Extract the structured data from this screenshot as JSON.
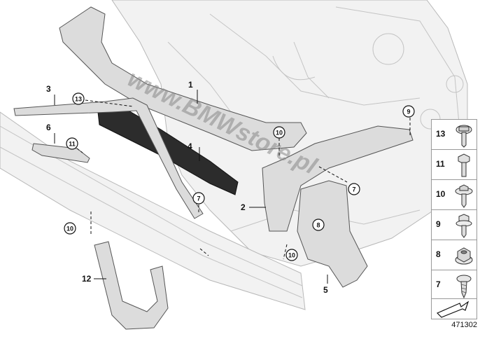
{
  "watermark": "www.BMWstore.pl",
  "part_numbers": {
    "p1": "1",
    "p2": "2",
    "p3": "3",
    "p4": "4",
    "p5": "5",
    "p6": "6",
    "p12": "12"
  },
  "callouts": {
    "c13": "13",
    "c11": "11",
    "c10a": "10",
    "c10b": "10",
    "c10c": "10",
    "c7a": "7",
    "c7b": "7",
    "c8": "8",
    "c9": "9"
  },
  "legend": [
    {
      "number": "13",
      "icon": "bolt-with-washer-icon"
    },
    {
      "number": "11",
      "icon": "hex-bolt-icon"
    },
    {
      "number": "10",
      "icon": "flange-screw-icon"
    },
    {
      "number": "9",
      "icon": "collar-screw-icon"
    },
    {
      "number": "8",
      "icon": "hex-nut-icon"
    },
    {
      "number": "7",
      "icon": "self-tapping-screw-icon"
    }
  ],
  "diagram_ref": "471302"
}
